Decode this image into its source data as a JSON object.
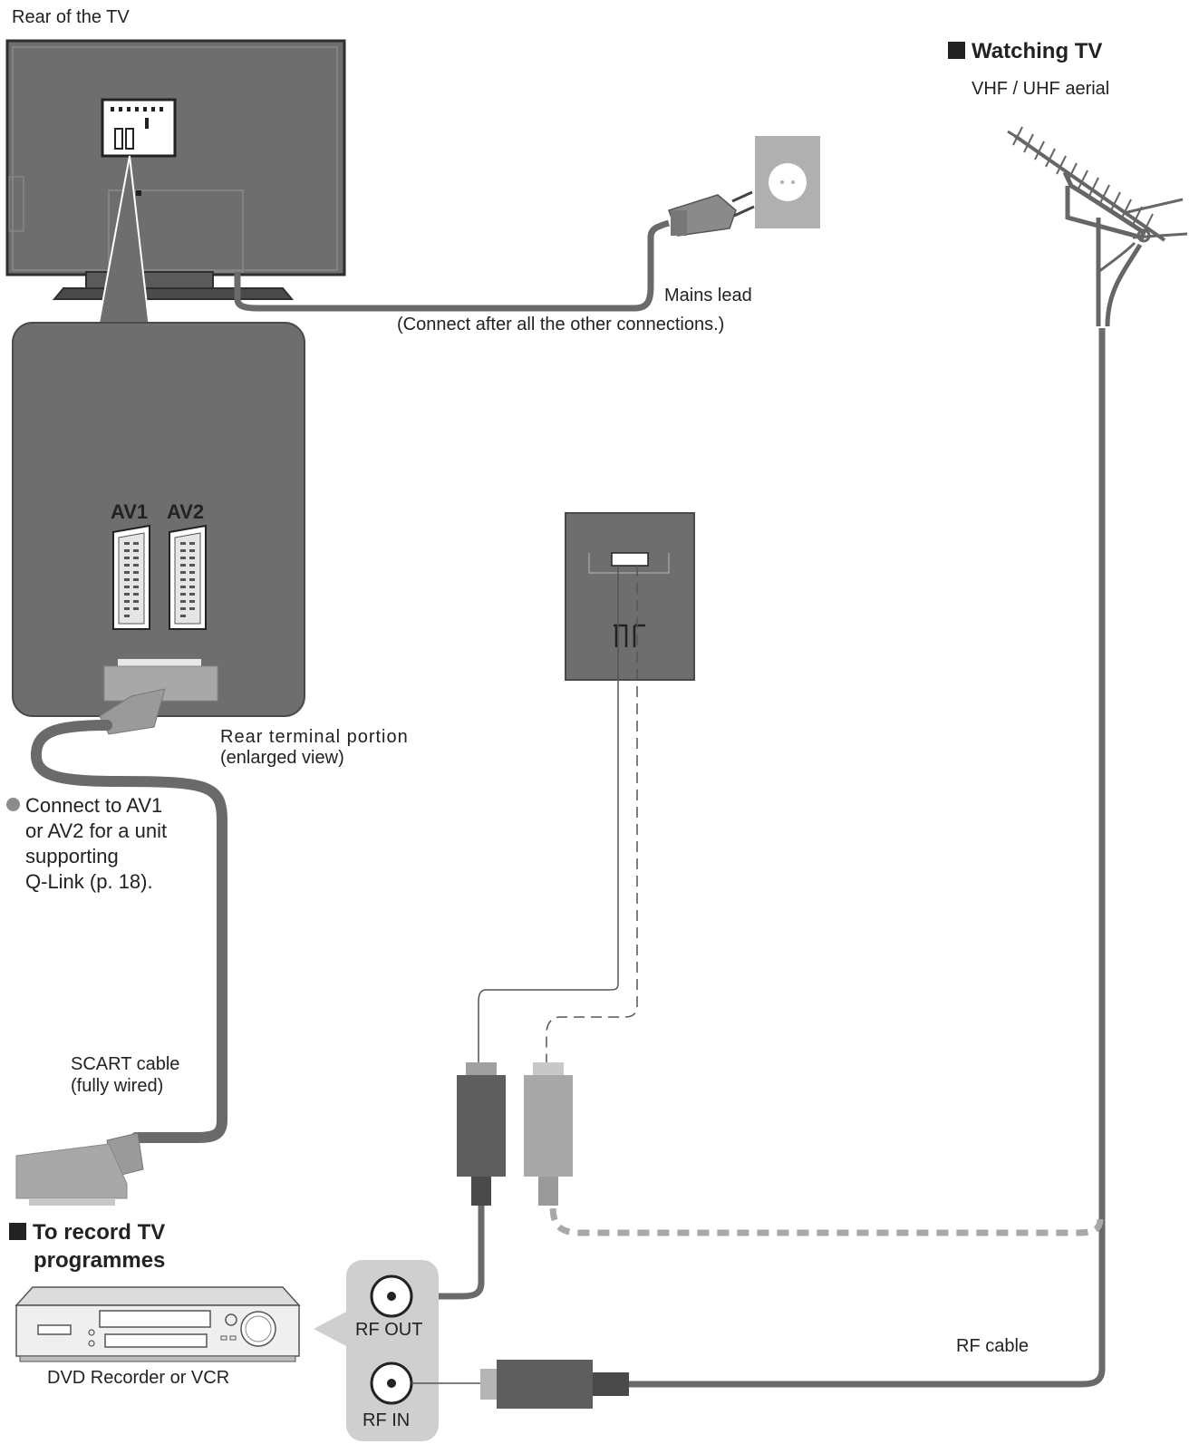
{
  "labels": {
    "rear_of_tv": "Rear of the TV",
    "watching_tv": "Watching TV",
    "aerial": "VHF / UHF aerial",
    "mains_lead": "Mains lead",
    "mains_note": "(Connect after all the other connections.)",
    "av1": "AV1",
    "av2": "AV2",
    "rear_terminal": "Rear terminal portion",
    "enlarged_view": "(enlarged view)",
    "connect_note": [
      "Connect to AV1",
      "or AV2 for a unit",
      "supporting",
      "Q-Link (p. 18)."
    ],
    "scart_cable": "SCART cable",
    "fully_wired": "(fully wired)",
    "to_record": [
      "To record TV",
      "programmes"
    ],
    "recorder": "DVD Recorder or VCR",
    "rf_out": "RF OUT",
    "rf_in": "RF IN",
    "rf_cable": "RF cable"
  },
  "icons": {
    "section_marker": "black-square-icon",
    "bullet": "grey-dot-icon"
  },
  "colors": {
    "panel": "#6e6e6e",
    "panel_dark": "#3a3a3a",
    "cable": "#6a6a6a",
    "cable_light": "#a8a8a8",
    "plug_body": "#b5b5b5"
  }
}
